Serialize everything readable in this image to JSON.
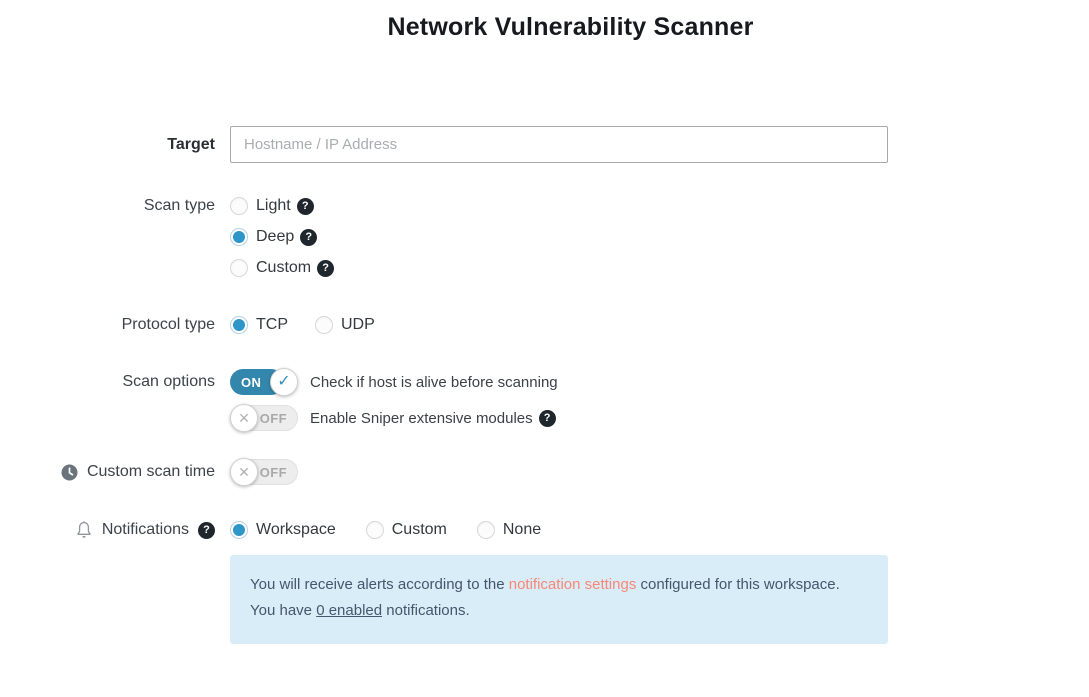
{
  "title": "Network Vulnerability Scanner",
  "icons": {
    "help_glyph": "?",
    "check_glyph": "✓",
    "x_glyph": "✕"
  },
  "target": {
    "label": "Target",
    "placeholder": "Hostname / IP Address",
    "value": ""
  },
  "scan_type": {
    "label": "Scan type",
    "options": [
      {
        "label": "Light",
        "selected": false
      },
      {
        "label": "Deep",
        "selected": true
      },
      {
        "label": "Custom",
        "selected": false
      }
    ]
  },
  "protocol_type": {
    "label": "Protocol type",
    "options": [
      {
        "label": "TCP",
        "selected": true
      },
      {
        "label": "UDP",
        "selected": false
      }
    ]
  },
  "scan_options": {
    "label": "Scan options",
    "toggles": [
      {
        "state": "ON",
        "label": "Check if host is alive before scanning"
      },
      {
        "state": "OFF",
        "label": "Enable Sniper extensive modules"
      }
    ]
  },
  "custom_scan_time": {
    "label": "Custom scan time",
    "state": "OFF"
  },
  "notifications": {
    "label": "Notifications",
    "options": [
      {
        "label": "Workspace",
        "selected": true
      },
      {
        "label": "Custom",
        "selected": false
      },
      {
        "label": "None",
        "selected": false
      }
    ]
  },
  "info_box": {
    "line1_before": "You will receive alerts according to the ",
    "link1": "notification settings",
    "line1_after": " configured for this workspace.",
    "line2_before": "You have ",
    "link2": "0 enabled",
    "line2_after": " notifications."
  },
  "colors": {
    "accent_blue": "#2e96c8",
    "toggle_on_blue": "#3387ad",
    "info_box_bg": "#d9edf8",
    "link_coral": "#fb8576",
    "help_icon_bg": "#1f262d"
  }
}
